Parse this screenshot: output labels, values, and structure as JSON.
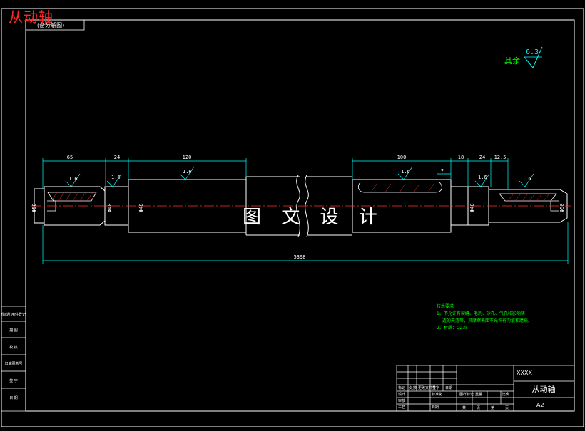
{
  "title": "从动轴",
  "watermark": "图 文 设 计",
  "view_label": "(备分解图)",
  "roughness_note": {
    "label": "其余",
    "value": "6.3"
  },
  "roughness_marks": [
    "1.6",
    "1.6",
    "1.6",
    "1.6",
    "1.6",
    "1.6"
  ],
  "dimensions": {
    "top": [
      "65",
      "24",
      "120",
      "100",
      "18",
      "24",
      "12.5"
    ],
    "overall": "5398",
    "right_gap": "2",
    "diameters": [
      "Φ50",
      "Φ40",
      "Φ48",
      "Φ40",
      "Φ50"
    ]
  },
  "tech_requirements": {
    "heading": "技术要求",
    "lines": [
      "1、不允许有裂缝、毛刺、砂孔、气孔和影响铸",
      "造的夹渣等，其摩擦表面不允许有沟痕和磨损。",
      "2、材质：Q235"
    ]
  },
  "left_stamps": [
    "借(通)用件登记",
    "描 图",
    "校 核",
    "旧底图总号",
    "签 字",
    "日 期"
  ],
  "title_block": {
    "part_code": "XXXX",
    "part_name": "从动轴",
    "sheet_size": "A2",
    "header_cells": [
      "标记",
      "处数",
      "更改文件号",
      "签字",
      "日期"
    ],
    "role_cells": [
      "设计",
      "标准化",
      "审核",
      "工艺",
      "日期"
    ],
    "stage_cells": [
      "图样标记",
      "重量",
      "比例"
    ],
    "sheet_cells": [
      "共",
      "页",
      "第",
      "页"
    ]
  },
  "colors": {
    "border": "#ffffff",
    "outline": "#ffffff",
    "dimension": "#00ffff",
    "note": "#00ff00",
    "centerline": "#ff3030",
    "title": "#ff2a2a"
  }
}
